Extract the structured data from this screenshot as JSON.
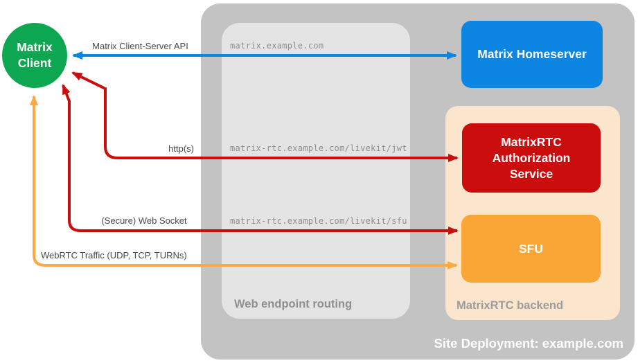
{
  "title": "MatrixRTC site deployment diagram",
  "nodes": {
    "client": {
      "lines": [
        "Matrix",
        "Client"
      ],
      "color": "#0ca750"
    },
    "homeserver": {
      "label": "Matrix Homeserver",
      "color": "#0d85e3"
    },
    "auth_service": {
      "lines": [
        "MatrixRTC",
        "Authorization",
        "Service"
      ],
      "color": "#cb0d0d"
    },
    "sfu": {
      "label": "SFU",
      "color": "#faa636"
    }
  },
  "containers": {
    "site_deployment": {
      "label": "Site Deployment: example.com",
      "color": "#c3c3c3"
    },
    "web_routing": {
      "label": "Web endpoint routing",
      "color": "#e4e4e4"
    },
    "rtc_backend": {
      "label": "MatrixRTC backend",
      "color": "#fbe5cd"
    }
  },
  "edges": {
    "client_server_api": {
      "label": "Matrix Client-Server API",
      "color": "#0d85e3",
      "bidirectional": true
    },
    "https": {
      "label": "http(s)",
      "color": "#cb0d0d",
      "bidirectional": true
    },
    "websocket": {
      "label": "(Secure) Web Socket",
      "color": "#cb0d0d",
      "bidirectional": true
    },
    "webrtc": {
      "label": "WebRTC Traffic (UDP, TCP, TURNs)",
      "color": "#fbaa42",
      "bidirectional": true
    }
  },
  "routes": {
    "homeserver_url": "matrix.example.com",
    "jwt_url": "matrix-rtc.example.com/livekit/jwt",
    "sfu_url": "matrix-rtc.example.com/livekit/sfu"
  }
}
